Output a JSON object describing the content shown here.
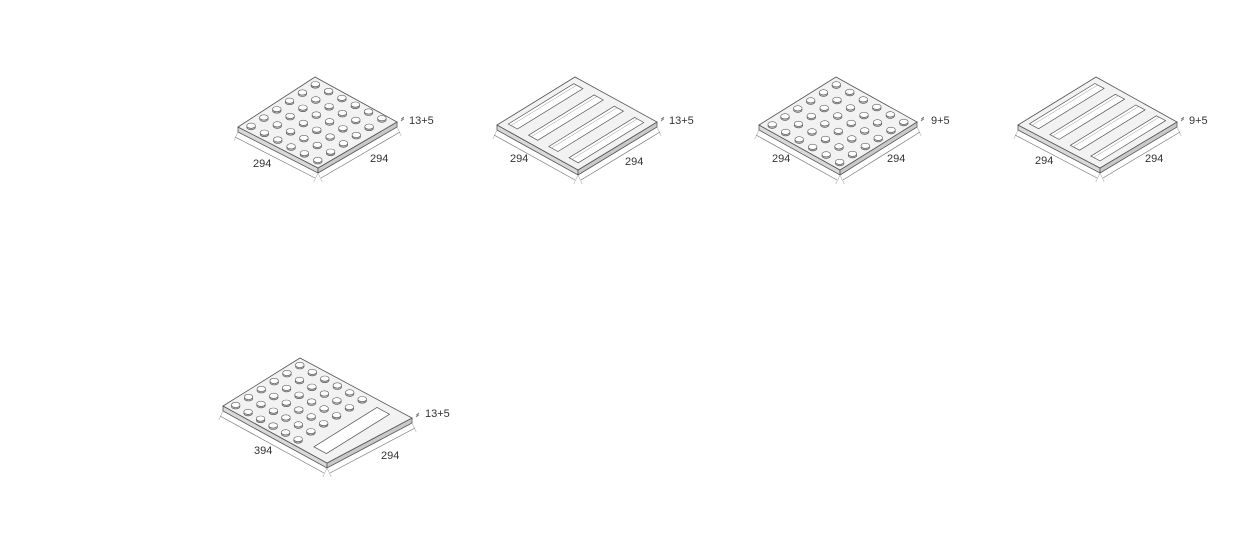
{
  "tiles": [
    {
      "id": "dots-13",
      "pattern": "dots",
      "width_label": "294",
      "depth_label": "294",
      "thickness_label": "13+5"
    },
    {
      "id": "bars-13",
      "pattern": "bars",
      "width_label": "294",
      "depth_label": "294",
      "thickness_label": "13+5"
    },
    {
      "id": "dots-9",
      "pattern": "dots",
      "width_label": "294",
      "depth_label": "294",
      "thickness_label": "9+5"
    },
    {
      "id": "bars-9",
      "pattern": "bars",
      "width_label": "294",
      "depth_label": "294",
      "thickness_label": "9+5"
    },
    {
      "id": "combo-13",
      "pattern": "dots-with-bar",
      "width_label": "394",
      "depth_label": "294",
      "thickness_label": "13+5"
    }
  ],
  "colors": {
    "stroke": "#555555",
    "face": "#f2f2f2",
    "side": "#d9d9d9",
    "text": "#333333"
  }
}
